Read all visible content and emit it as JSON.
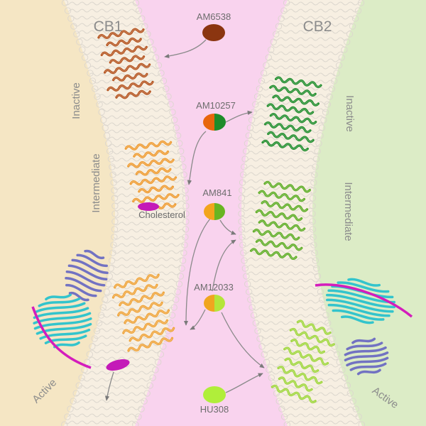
{
  "receptors": {
    "cb1": "CB1",
    "cb2": "CB2"
  },
  "states": {
    "cb1_inactive": "Inactive",
    "cb1_intermediate": "Intermediate",
    "cb1_active": "Active",
    "cb2_inactive": "Inactive",
    "cb2_intermediate": "Intermediate",
    "cb2_active": "Active"
  },
  "ligands": {
    "am6538": "AM6538",
    "am10257": "AM10257",
    "am841": "AM841",
    "am12033": "AM12033",
    "hu308": "HU308",
    "cholesterol": "Cholesterol"
  },
  "colors": {
    "cb1_background": "#f5e6c4",
    "center_background": "#f9d3ee",
    "cb2_background": "#dcecc6",
    "membrane": "#f7efe2",
    "am6538": "#8b3510",
    "am10257_left": "#e8660c",
    "am10257_right": "#1e8c2a",
    "am841_left": "#f2a51c",
    "am841_right": "#68b522",
    "am12033_left": "#f0a51f",
    "am12033_right": "#b4e53a",
    "hu308": "#b0ee3a",
    "cholesterol": "#c41ab8",
    "cb1_inactive_protein": "#b4521c",
    "cb1_intermediate_protein": "#ef9a2e",
    "cb1_active_protein": "#efa236",
    "cb2_inactive_protein": "#1e8c2a",
    "cb2_intermediate_protein": "#5cac22",
    "cb2_active_protein": "#9ed63a",
    "g_protein_alpha": "#7272c2",
    "g_protein_beta": "#33c4cc",
    "g_protein_gamma": "#d41cbc"
  }
}
